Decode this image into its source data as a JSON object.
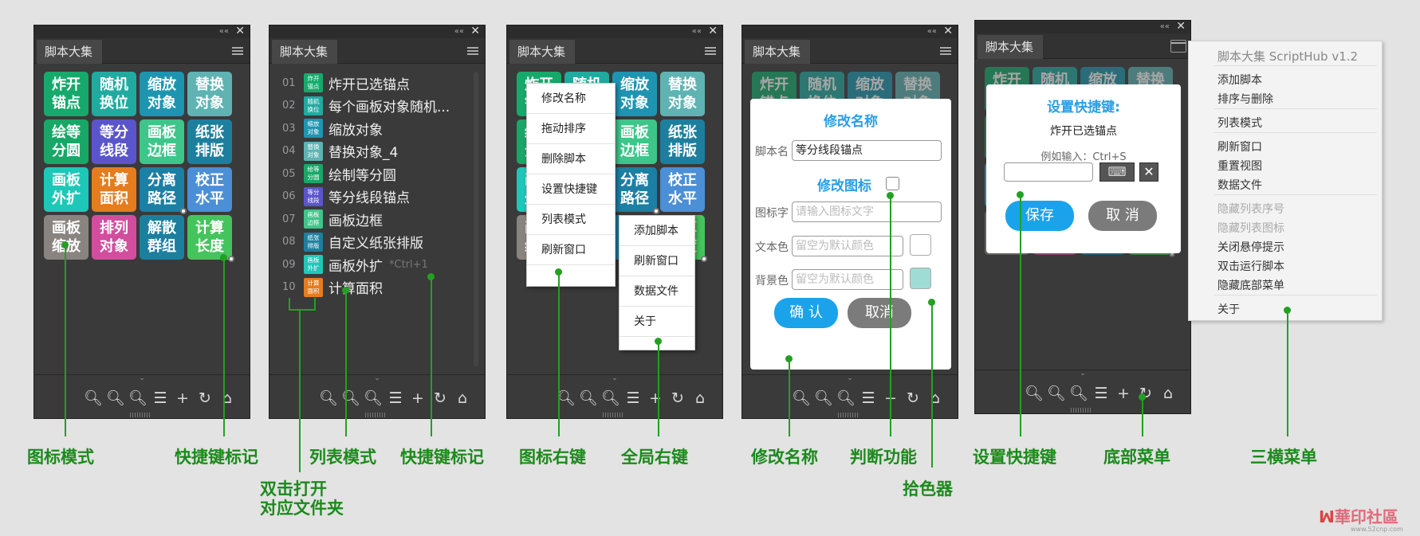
{
  "panel_title": "脚本大集",
  "titlebar": {
    "collapse": "««",
    "close": "✕"
  },
  "bottom_icons": [
    "🔍︎",
    "🔍︎",
    "🔍︎",
    "☰",
    "+",
    "↻",
    "⌂"
  ],
  "grid_tiles": [
    {
      "t1": "炸开",
      "t2": "锚点",
      "c": "#17a96c"
    },
    {
      "t1": "随机",
      "t2": "换位",
      "c": "#21aaa0"
    },
    {
      "t1": "缩放",
      "t2": "对象",
      "c": "#1d95b0"
    },
    {
      "t1": "替换",
      "t2": "对象",
      "c": "#5fb3b3"
    },
    {
      "t1": "绘等",
      "t2": "分圆",
      "c": "#18a767"
    },
    {
      "t1": "等分",
      "t2": "线段",
      "c": "#5b55cc"
    },
    {
      "t1": "画板",
      "t2": "边框",
      "c": "#3ec58a"
    },
    {
      "t1": "纸张",
      "t2": "排版",
      "c": "#1d7f9d"
    },
    {
      "t1": "画板",
      "t2": "外扩",
      "c": "#1dc8b8"
    },
    {
      "t1": "计算",
      "t2": "面积",
      "c": "#e57c1e"
    },
    {
      "t1": "分离",
      "t2": "路径",
      "c": "#1c7fa4"
    },
    {
      "t1": "校正",
      "t2": "水平",
      "c": "#4b8fd6"
    },
    {
      "t1": "画板",
      "t2": "缩放",
      "c": "#8a8480"
    },
    {
      "t1": "排列",
      "t2": "对象",
      "c": "#d34d9e"
    },
    {
      "t1": "解散",
      "t2": "群组",
      "c": "#1d7fa0"
    },
    {
      "t1": "计算",
      "t2": "长度",
      "c": "#45c45d"
    }
  ],
  "list_rows": [
    {
      "n": "01",
      "i1": "炸开",
      "i2": "锚点",
      "c": "#17a96c",
      "t": "炸开已选锚点"
    },
    {
      "n": "02",
      "i1": "随机",
      "i2": "换位",
      "c": "#21aaa0",
      "t": "每个画板对象随机..."
    },
    {
      "n": "03",
      "i1": "缩放",
      "i2": "对象",
      "c": "#1d95b0",
      "t": "缩放对象"
    },
    {
      "n": "04",
      "i1": "替换",
      "i2": "对象",
      "c": "#5fb3b3",
      "t": "替换对象_4"
    },
    {
      "n": "05",
      "i1": "绘等",
      "i2": "分圆",
      "c": "#18a767",
      "t": "绘制等分圆"
    },
    {
      "n": "06",
      "i1": "等分",
      "i2": "线段",
      "c": "#5b55cc",
      "t": "等分线段锚点"
    },
    {
      "n": "07",
      "i1": "画板",
      "i2": "边框",
      "c": "#3ec58a",
      "t": "画板边框"
    },
    {
      "n": "08",
      "i1": "纸张",
      "i2": "排版",
      "c": "#1d7f9d",
      "t": "自定义纸张排版"
    },
    {
      "n": "09",
      "i1": "画板",
      "i2": "外扩",
      "c": "#1dc8b8",
      "t": "画板外扩",
      "hint": "*Ctrl+1"
    },
    {
      "n": "10",
      "i1": "计算",
      "i2": "面积",
      "c": "#e57c1e",
      "t": "计算面积"
    }
  ],
  "icon_context_menu": [
    "修改名称",
    "拖动排序",
    "删除脚本",
    "设置快捷键",
    "列表模式",
    "刷新窗口"
  ],
  "global_context_menu": [
    "添加脚本",
    "刷新窗口",
    "数据文件",
    "关于"
  ],
  "rename_dialog": {
    "title": "修改名称",
    "name_label": "脚本名",
    "name_value": "等分线段锚点",
    "icon_title": "修改图标",
    "icon_text_label": "图标字",
    "icon_text_placeholder": "请输入图标文字",
    "text_color_label": "文本色",
    "text_color_placeholder": "留空为默认颜色",
    "bg_color_label": "背景色",
    "bg_color_placeholder": "留空为默认颜色",
    "bg_swatch": "#9fdcd6",
    "confirm": "确 认",
    "cancel": "取消"
  },
  "shortcut_dialog": {
    "title": "设置快捷键:",
    "script": "炸开已选锚点",
    "example": "例如输入：Ctrl+S",
    "save": "保存",
    "cancel": "取 消"
  },
  "hamburger_menu": {
    "title": "脚本大集 ScriptHub v1.2",
    "group1": [
      "添加脚本",
      "排序与删除"
    ],
    "group2": [
      "列表模式"
    ],
    "group3": [
      "刷新窗口",
      "重置视图",
      "数据文件"
    ],
    "group4_dim": [
      "隐藏列表序号",
      "隐藏列表图标"
    ],
    "group4": [
      "关闭悬停提示",
      "双击运行脚本",
      "隐藏底部菜单"
    ],
    "group5": [
      "关于"
    ]
  },
  "annotations": {
    "icon_mode": "图标模式",
    "shortcut_mark1": "快捷键标记",
    "dbl_open_1": "双击打开",
    "dbl_open_2": "对应文件夹",
    "list_mode": "列表模式",
    "shortcut_mark2": "快捷键标记",
    "icon_right": "图标右键",
    "global_right": "全局右键",
    "rename": "修改名称",
    "judge": "判断功能",
    "picker": "拾色器",
    "set_shortcut": "设置快捷键",
    "bottom_menu": "底部菜单",
    "hamb_menu": "三横菜单"
  },
  "watermark": {
    "text": "華印社區",
    "url": "www.52cnp.com"
  },
  "colors": {
    "accent_blue": "#1aa3ea",
    "gray_button": "#7b7b7b",
    "annotation_green": "#1c8a1c"
  }
}
